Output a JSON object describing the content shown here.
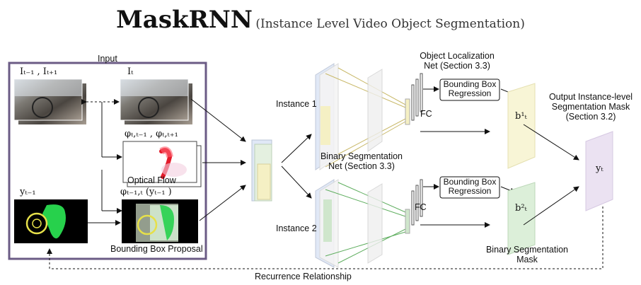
{
  "title": {
    "main": "MaskRNN",
    "subtitle": "(Instance Level Video Object Segmentation)"
  },
  "input_panel": {
    "label": "Input",
    "frames_prev_next": "Iₜ₋₁ , Iₜ₊₁",
    "frame_current": "Iₜ",
    "flow_symbol": "φₜ,ₜ₋₁ , φₜ,ₜ₊₁",
    "optical_flow": "Optical Flow",
    "warp_symbol": "φₜ₋₁,ₜ (yₜ₋₁ )",
    "prev_mask": "yₜ₋₁",
    "bbox_proposal": "Bounding Box Proposal"
  },
  "network": {
    "instance1": "Instance 1",
    "instance2": "Instance 2",
    "binary_seg_net_line1": "Binary Segmentation",
    "binary_seg_net_line2": "Net (Section 3.3)",
    "obj_loc_line1": "Object Localization",
    "obj_loc_line2": "Net (Section 3.3)",
    "fc1": "FC",
    "fc2": "FC",
    "bbox_reg1_line1": "Bounding Box",
    "bbox_reg1_line2": "Regression",
    "bbox_reg2_line1": "Bounding Box",
    "bbox_reg2_line2": "Regression",
    "b1": "b¹ₜ",
    "b2": "b²ₜ",
    "binary_mask_line1": "Binary Segmentation",
    "binary_mask_line2": "Mask"
  },
  "output": {
    "line1": "Output Instance-level",
    "line2": "Segmentation Mask",
    "line3": "(Section 3.2)",
    "symbol": "yₜ"
  },
  "recurrence": "Recurrence Relationship",
  "colors": {
    "panel_border": "#6b5b85",
    "yellow": "#f5f0c4",
    "green": "#cfe6cc",
    "purple": "#e6dcef",
    "blue": "#e0e8f6"
  }
}
